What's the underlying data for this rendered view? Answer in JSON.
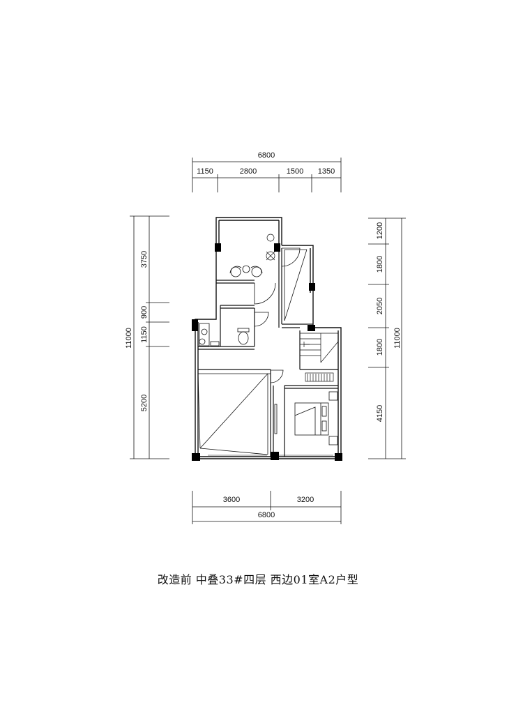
{
  "caption": "改造前  中叠33#四层  西边01室A2户型",
  "dimensions": {
    "top_total": "6800",
    "top_segments": [
      "1150",
      "2800",
      "1500",
      "1350"
    ],
    "bottom_total": "6800",
    "bottom_segments": [
      "3600",
      "3200"
    ],
    "left_total": "11000",
    "left_segments": [
      "3750",
      "900",
      "1150",
      "5200"
    ],
    "right_total": "11000",
    "right_segments": [
      "1200",
      "1800",
      "2050",
      "1800",
      "4150"
    ]
  }
}
